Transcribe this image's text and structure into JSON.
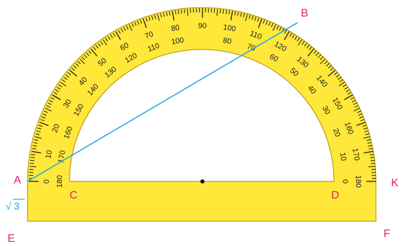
{
  "colors": {
    "protractor_fill": "#FFE83A",
    "protractor_edge": "#B08A00",
    "tick": "#1a1a1a",
    "point_label": "#E0206A",
    "line": "#29A9E0",
    "side_label": "#29A9E0"
  },
  "points": {
    "A": "A",
    "B": "B",
    "C": "C",
    "D": "D",
    "E": "E",
    "F": "F",
    "K": "K"
  },
  "side_label": {
    "radical": "√",
    "value": "3"
  },
  "scale": {
    "outer_labels": [
      "0",
      "10",
      "20",
      "30",
      "40",
      "50",
      "60",
      "70",
      "80",
      "90",
      "100",
      "110",
      "120",
      "130",
      "140",
      "150",
      "160",
      "170",
      "180"
    ],
    "inner_labels": [
      "180",
      "170",
      "160",
      "150",
      "140",
      "130",
      "120",
      "110",
      "100",
      "80",
      "70",
      "60",
      "50",
      "40",
      "30",
      "20",
      "10",
      "0"
    ]
  },
  "icons": {
    "center_mark": "center-dot"
  }
}
